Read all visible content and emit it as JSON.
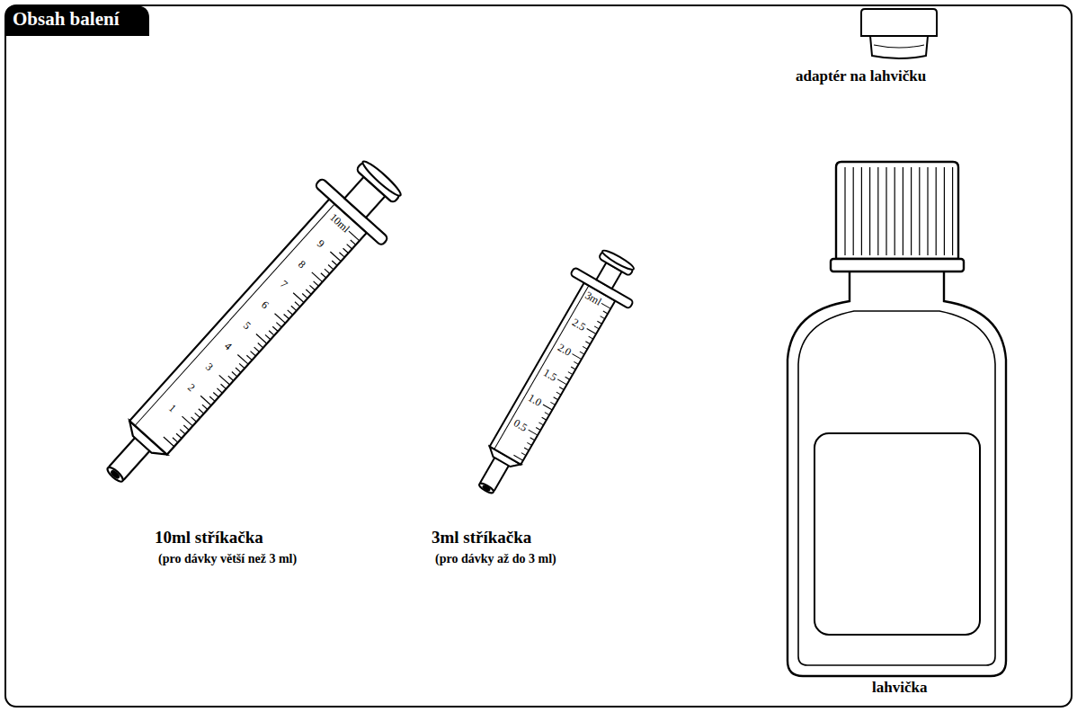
{
  "diagram": {
    "title": "Obsah balení",
    "labels": [
      "10ml stříkačka",
      "(pro dávky větší než 3 ml)",
      "3ml stříkačka",
      "(pro dávky až do 3 ml)",
      "adaptér na lahvičku",
      "lahvička",
      "1",
      "2",
      "3",
      "4",
      "5",
      "6",
      "7",
      "8",
      "9",
      "10ml",
      "0.5",
      "1.0",
      "1.5",
      "2.0",
      "2.5",
      "3ml"
    ]
  }
}
